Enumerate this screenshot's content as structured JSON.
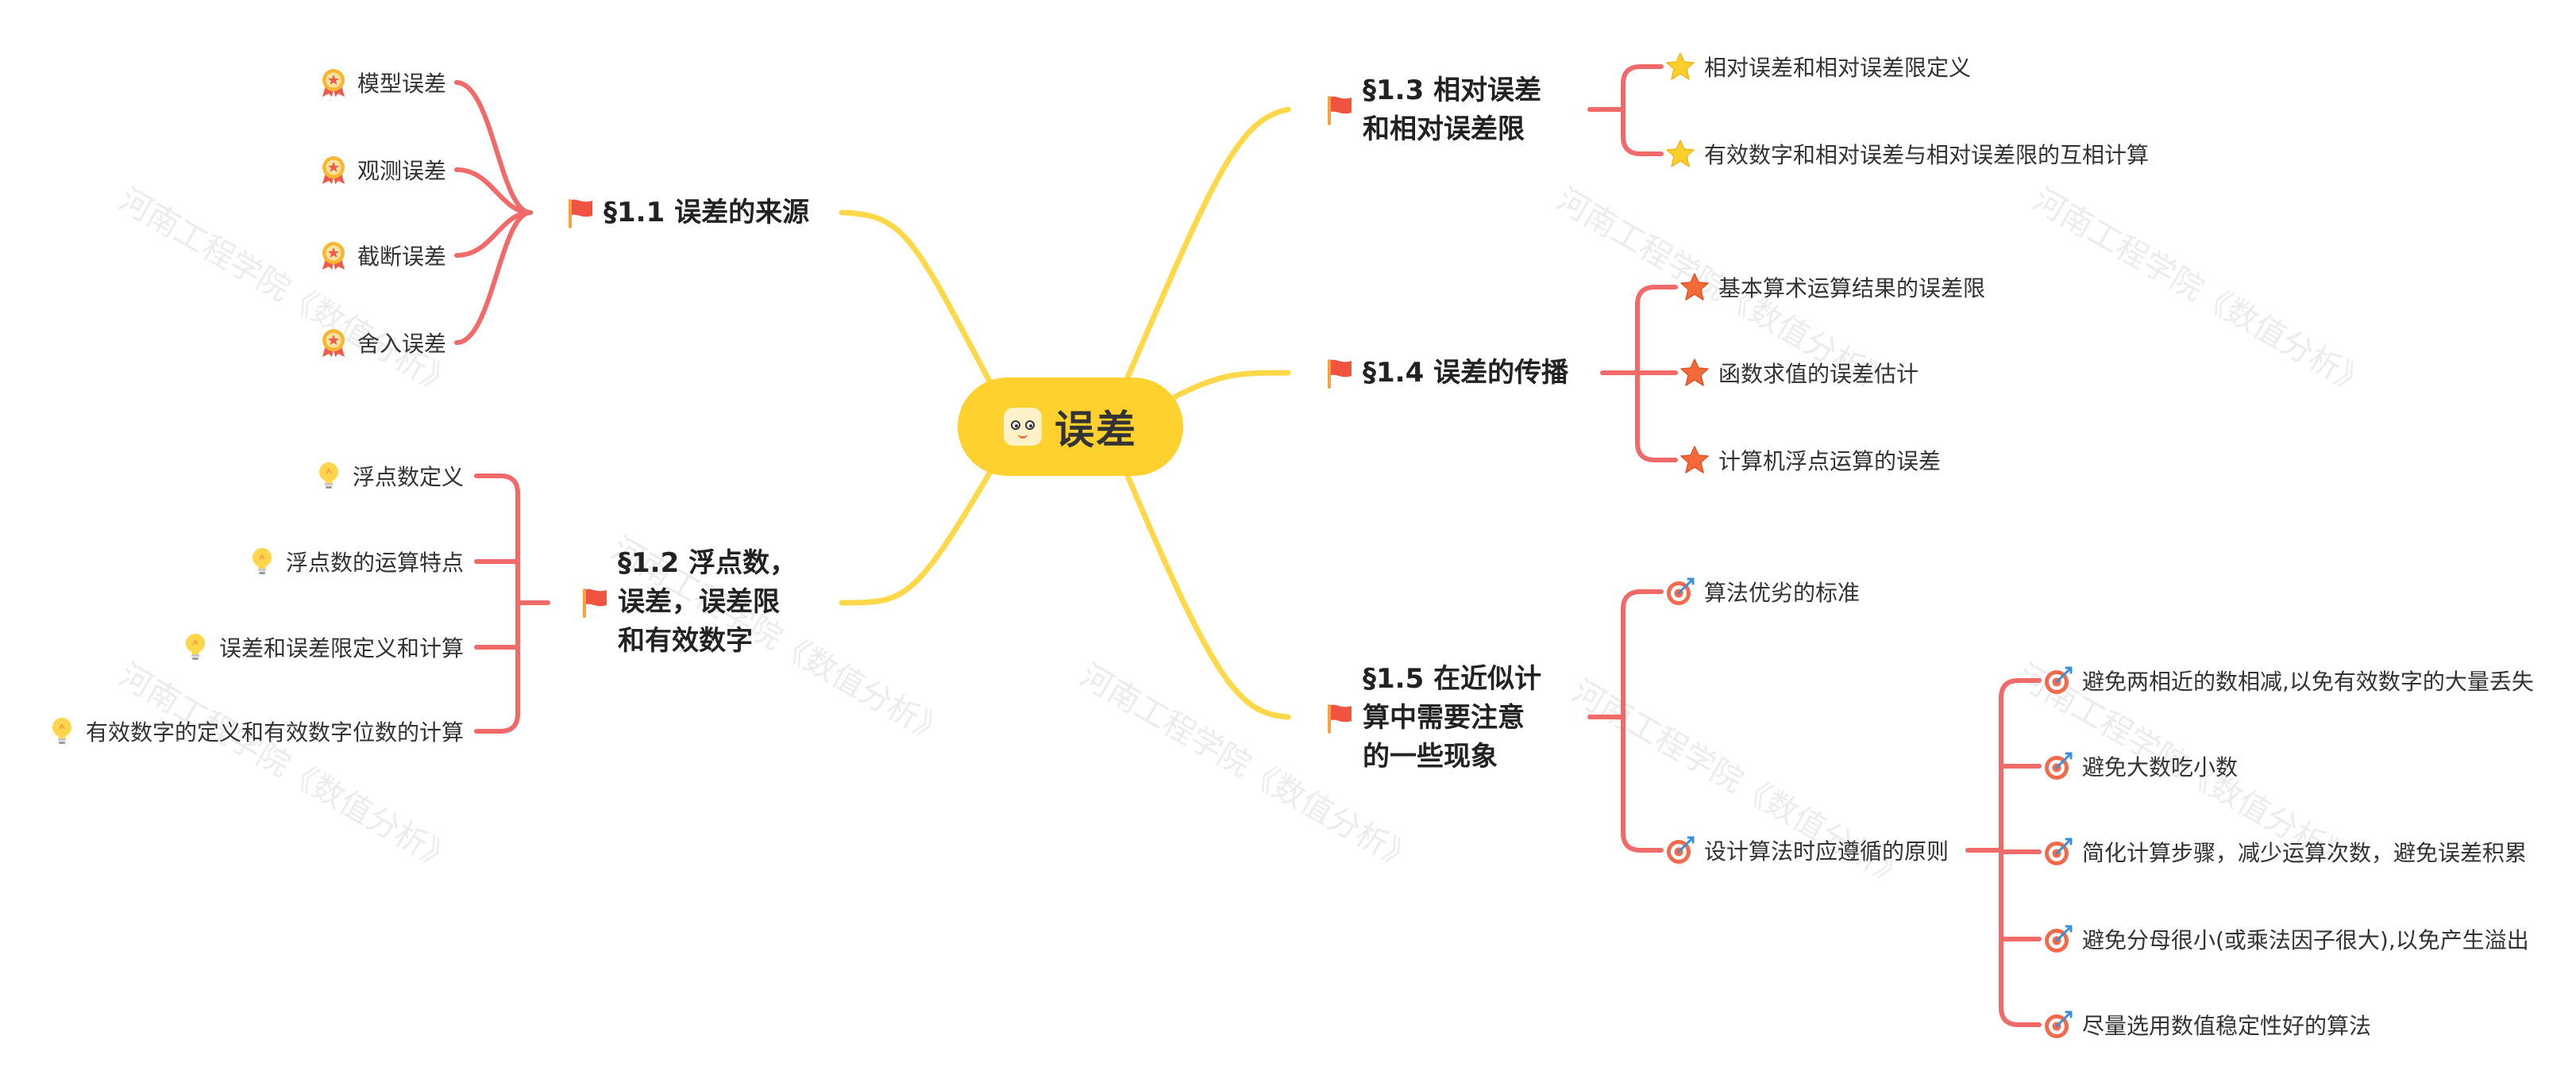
{
  "watermark": "河南工程学院《数值分析》",
  "colors": {
    "root_fill": "#ffd12e",
    "level1_line": "#ffd84a",
    "level2_line": "#f06a6a"
  },
  "root": {
    "label": "误差",
    "icon": "face-emoji-icon"
  },
  "branches": [
    {
      "id": "b11",
      "label_lines": [
        "§1.1 误差的来源"
      ],
      "icon": "red-flag-icon",
      "leaves": [
        {
          "label": "模型误差",
          "icon": "medal-badge-icon"
        },
        {
          "label": "观测误差",
          "icon": "medal-badge-icon"
        },
        {
          "label": "截断误差",
          "icon": "medal-badge-icon"
        },
        {
          "label": "舍入误差",
          "icon": "medal-badge-icon"
        }
      ]
    },
    {
      "id": "b12",
      "label_lines": [
        "§1.2 浮点数，",
        "误差，误差限",
        "和有效数字"
      ],
      "icon": "red-flag-icon",
      "leaves": [
        {
          "label": "浮点数定义",
          "icon": "lightbulb-icon"
        },
        {
          "label": "浮点数的运算特点",
          "icon": "lightbulb-icon"
        },
        {
          "label": "误差和误差限定义和计算",
          "icon": "lightbulb-icon"
        },
        {
          "label": "有效数字的定义和有效数字位数的计算",
          "icon": "lightbulb-icon"
        }
      ]
    },
    {
      "id": "b13",
      "label_lines": [
        "§1.3 相对误差",
        "和相对误差限"
      ],
      "icon": "red-flag-icon",
      "leaves": [
        {
          "label": "相对误差和相对误差限定义",
          "icon": "yellow-star-icon"
        },
        {
          "label": "有效数字和相对误差与相对误差限的互相计算",
          "icon": "yellow-star-icon"
        }
      ]
    },
    {
      "id": "b14",
      "label_lines": [
        "§1.4 误差的传播"
      ],
      "icon": "red-flag-icon",
      "leaves": [
        {
          "label": "基本算术运算结果的误差限",
          "icon": "red-star-icon"
        },
        {
          "label": "函数求值的误差估计",
          "icon": "red-star-icon"
        },
        {
          "label": "计算机浮点运算的误差",
          "icon": "red-star-icon"
        }
      ]
    },
    {
      "id": "b15",
      "label_lines": [
        "§1.5 在近似计",
        "算中需要注意",
        "的一些现象"
      ],
      "icon": "red-flag-icon",
      "leaves": [
        {
          "label": "算法优劣的标准",
          "icon": "target-icon"
        },
        {
          "label": "设计算法时应遵循的原则",
          "icon": "target-icon",
          "children": [
            {
              "label": "避免两相近的数相减,以免有效数字的大量丢失",
              "icon": "target-icon"
            },
            {
              "label": "避免大数吃小数",
              "icon": "target-icon"
            },
            {
              "label": "简化计算步骤，减少运算次数，避免误差积累",
              "icon": "target-icon"
            },
            {
              "label": "避免分母很小(或乘法因子很大),以免产生溢出",
              "icon": "target-icon"
            },
            {
              "label": "尽量选用数值稳定性好的算法",
              "icon": "target-icon"
            }
          ]
        }
      ]
    }
  ]
}
